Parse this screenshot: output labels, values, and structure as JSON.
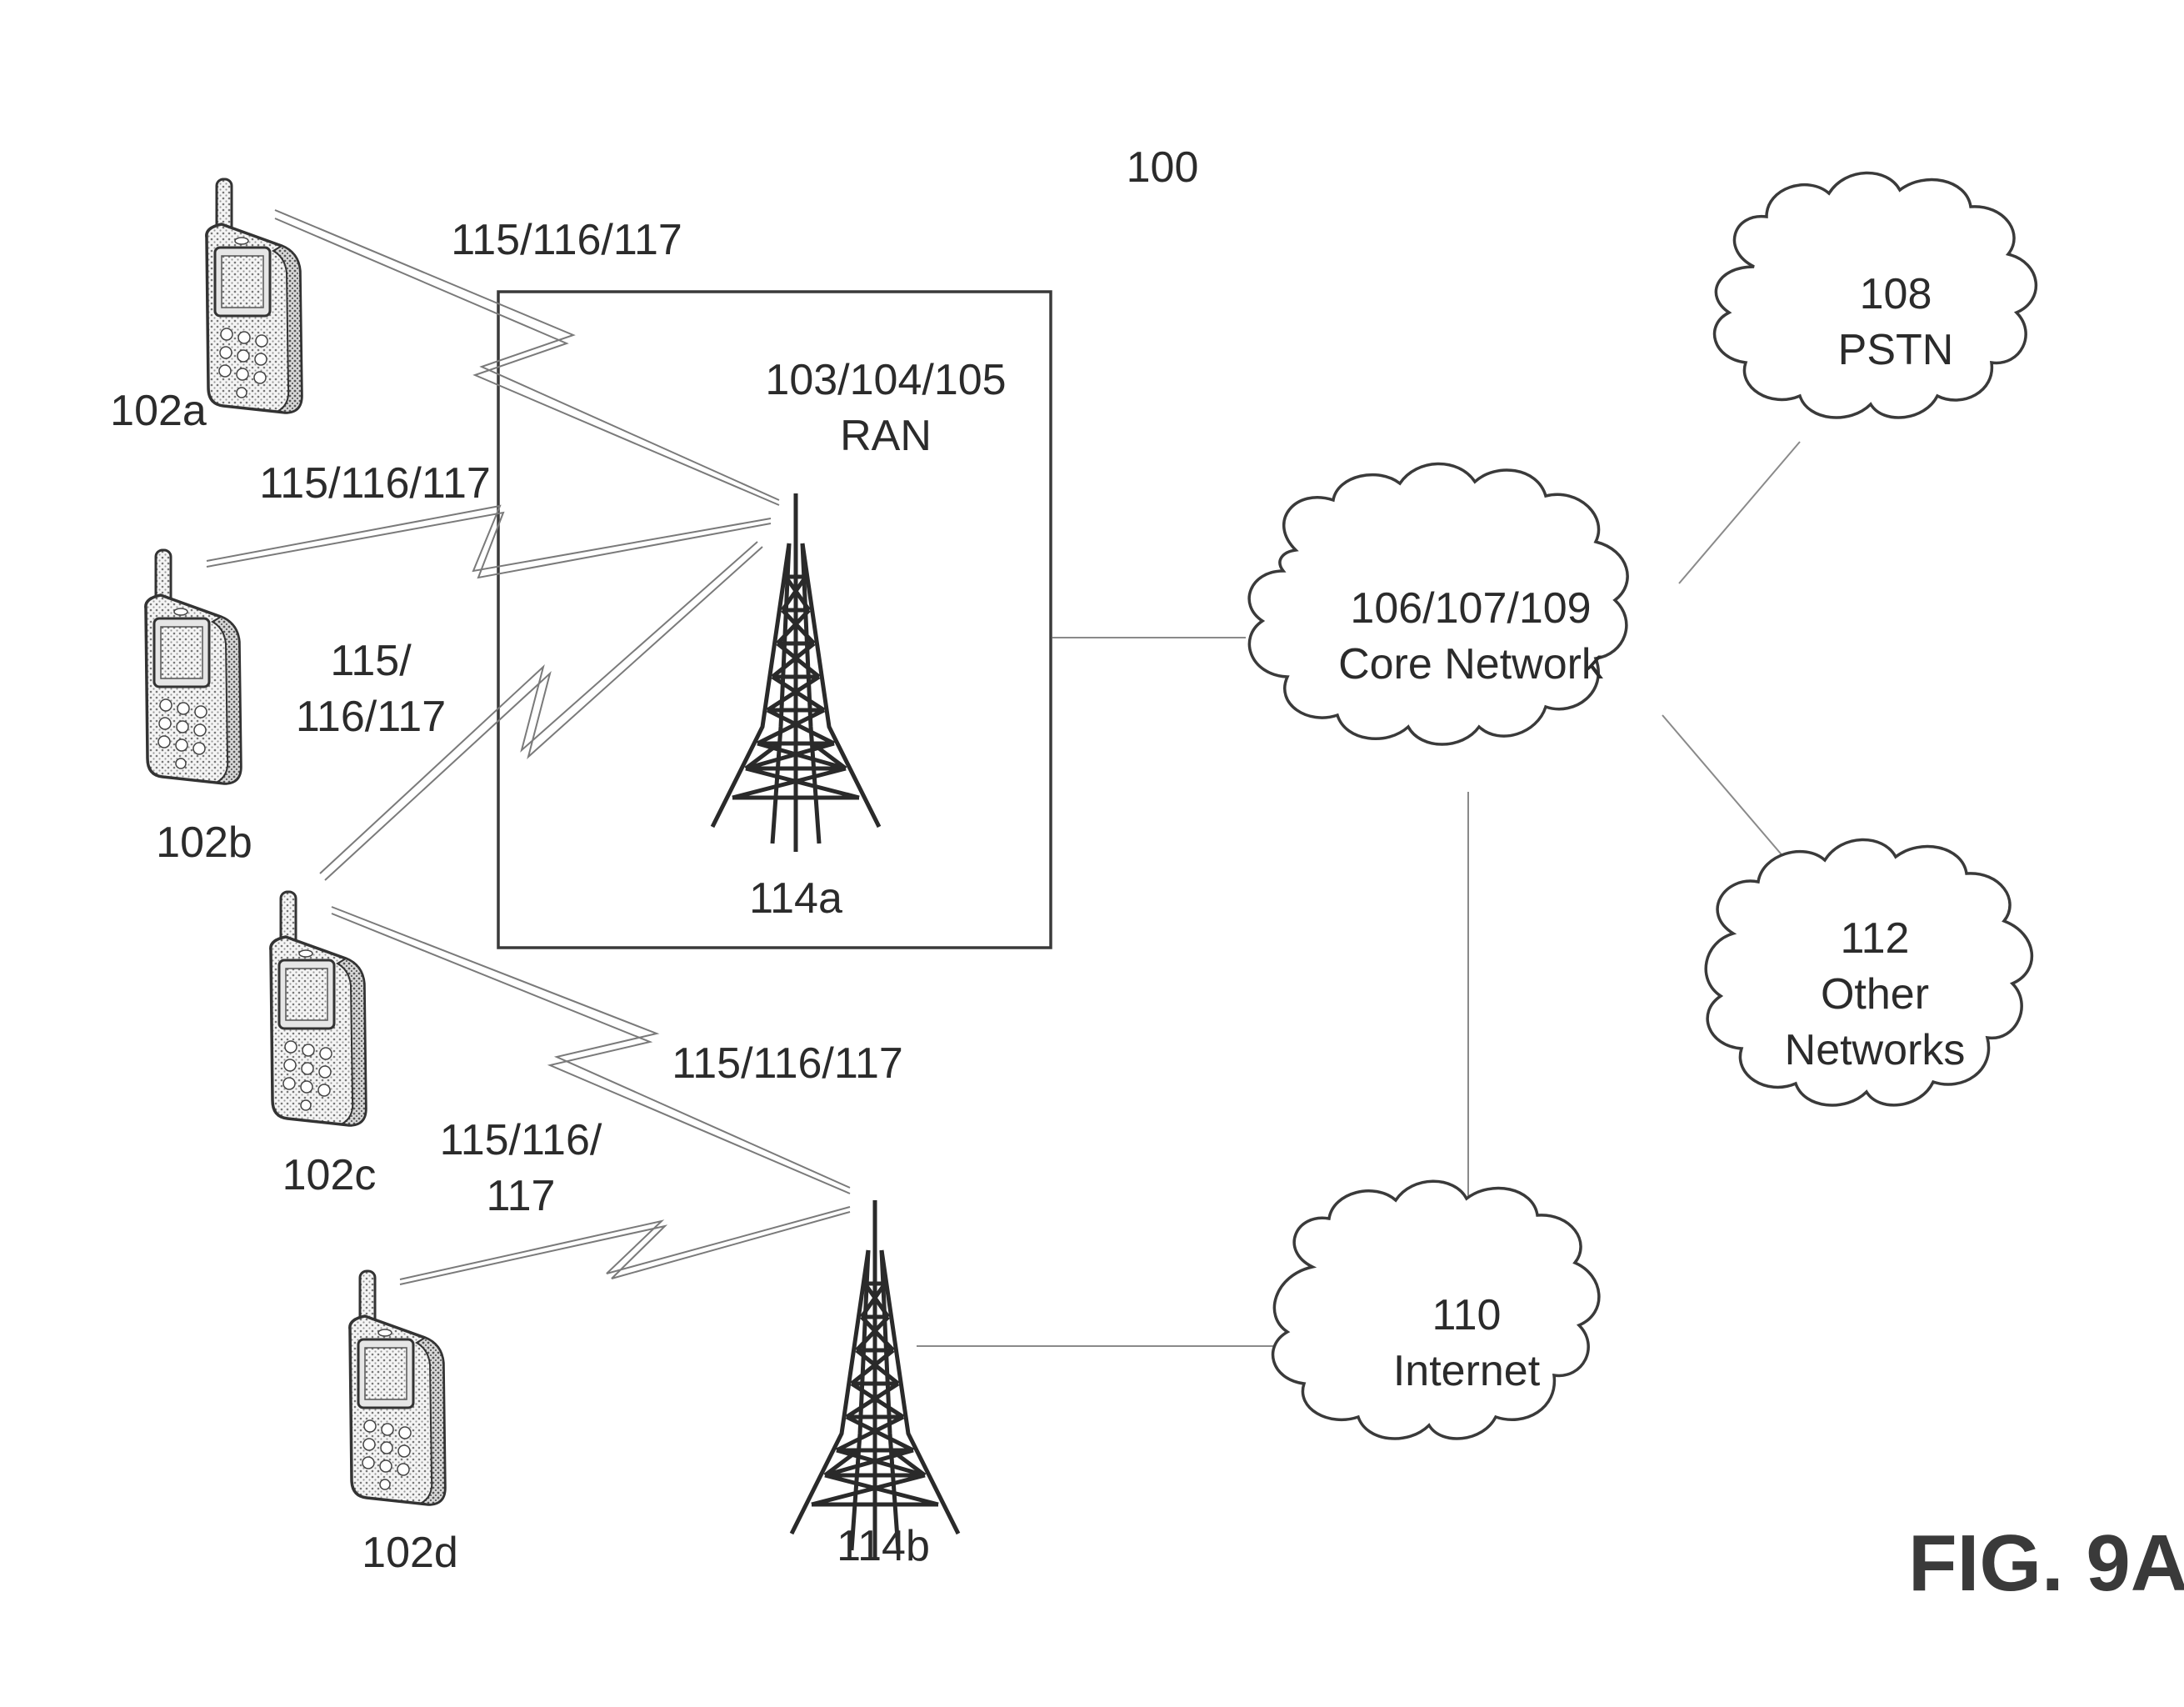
{
  "figure": {
    "ref": "100",
    "caption": "FIG. 9A"
  },
  "ran": {
    "line1": "103/104/105",
    "line2": "RAN"
  },
  "towers": {
    "a": "114a",
    "b": "114b"
  },
  "devices": {
    "a": "102a",
    "b": "102b",
    "c": "102c",
    "d": "102d"
  },
  "air_interfaces": {
    "a": "115/116/117",
    "b": "115/116/117",
    "c_line1": "115/",
    "c_line2": "116/117",
    "c2": "115/116/117",
    "d_line1": "115/116/",
    "d_line2": "117"
  },
  "networks": {
    "core": {
      "line1": "106/107/109",
      "line2": "Core Network"
    },
    "pstn": {
      "line1": "108",
      "line2": "PSTN"
    },
    "other": {
      "line1": "112",
      "line2": "Other",
      "line3": "Networks"
    },
    "internet": {
      "line1": "110",
      "line2": "Internet"
    }
  }
}
